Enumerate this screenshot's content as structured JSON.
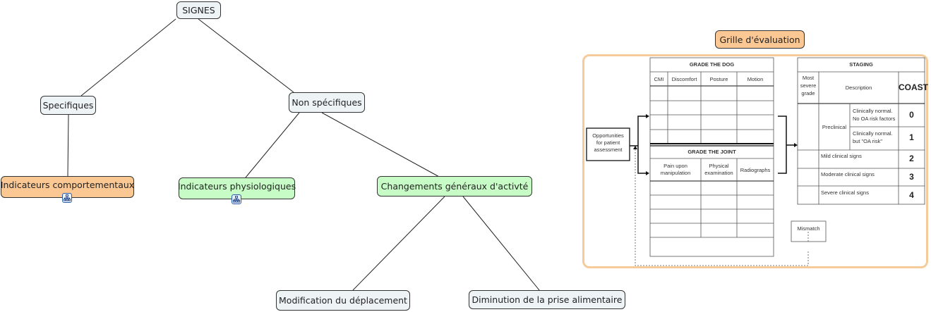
{
  "concept_map": {
    "root": "SIGNES",
    "specifiques": "Specifiques",
    "non_specifiques": "Non spécifiques",
    "indicateurs_comportementaux": "Indicateurs comportementaux",
    "indicateurs_physiologiques": "Indicateurs physiologiques",
    "changements": "Changements généraux d'activté",
    "modification": "Modification du déplacement",
    "diminution": "Diminution de la prise alimentaire",
    "grille_label": "Grille d'évaluation",
    "colors": {
      "gray_node": "#eef3f5",
      "orange_node": "#fbc894",
      "green_node": "#c8fcc6",
      "frame_border": "#f6cb9b"
    },
    "icons": {
      "submap": "submap-icon"
    }
  },
  "figure": {
    "opportunities": [
      "Opportunities",
      "for patient",
      "assessment"
    ],
    "grade_dog": {
      "title": "GRADE THE DOG",
      "columns": [
        "CMI",
        "Discomfort",
        "Posture",
        "Motion"
      ]
    },
    "grade_joint": {
      "title": "GRADE THE JOINT",
      "columns": [
        [
          "Pain upon",
          "manipulation"
        ],
        [
          "Physical",
          "examination"
        ],
        [
          "Radiographs"
        ]
      ]
    },
    "staging": {
      "title": "STAGING",
      "col_most": [
        "Most",
        "severe",
        "grade"
      ],
      "col_desc": "Description",
      "col_coast": "COAST",
      "preclinical": "Preclinical",
      "rows": [
        {
          "desc": [
            "Clinically normal.",
            "No OA risk factors"
          ],
          "coast": "0"
        },
        {
          "desc": [
            "Clinically normal.",
            "but \"OA risk\""
          ],
          "coast": "1"
        },
        {
          "desc": [
            "Mild clinical signs"
          ],
          "coast": "2"
        },
        {
          "desc": [
            "Moderate clinical signs"
          ],
          "coast": "3"
        },
        {
          "desc": [
            "Severe clinical signs"
          ],
          "coast": "4"
        }
      ]
    },
    "mismatch": "Mismatch"
  }
}
